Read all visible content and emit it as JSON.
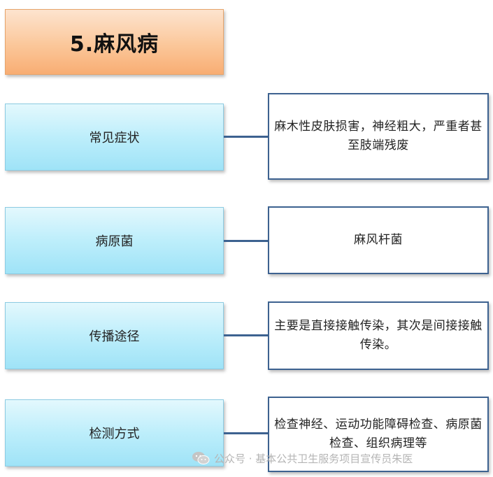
{
  "title": "5.麻风病",
  "rows": [
    {
      "label": "常见症状",
      "detail": "麻木性皮肤损害，神经粗大，严重者甚至肢端残废"
    },
    {
      "label": "病原菌",
      "detail": "麻风杆菌"
    },
    {
      "label": "传播途径",
      "detail": "主要是直接接触传染，其次是间接接触传染。"
    },
    {
      "label": "检测方式",
      "detail": "检查神经、运动功能障碍检查、病原菌检查、组织病理等"
    }
  ],
  "watermark": {
    "icon": "wechat-icon",
    "text": "公众号 · 基本公共卫生服务项目宣传员朱医"
  },
  "colors": {
    "title_fill": "#fbc79a",
    "category_fill": "#bdeefb",
    "detail_border": "#3d6290",
    "connector": "#3d6290"
  }
}
